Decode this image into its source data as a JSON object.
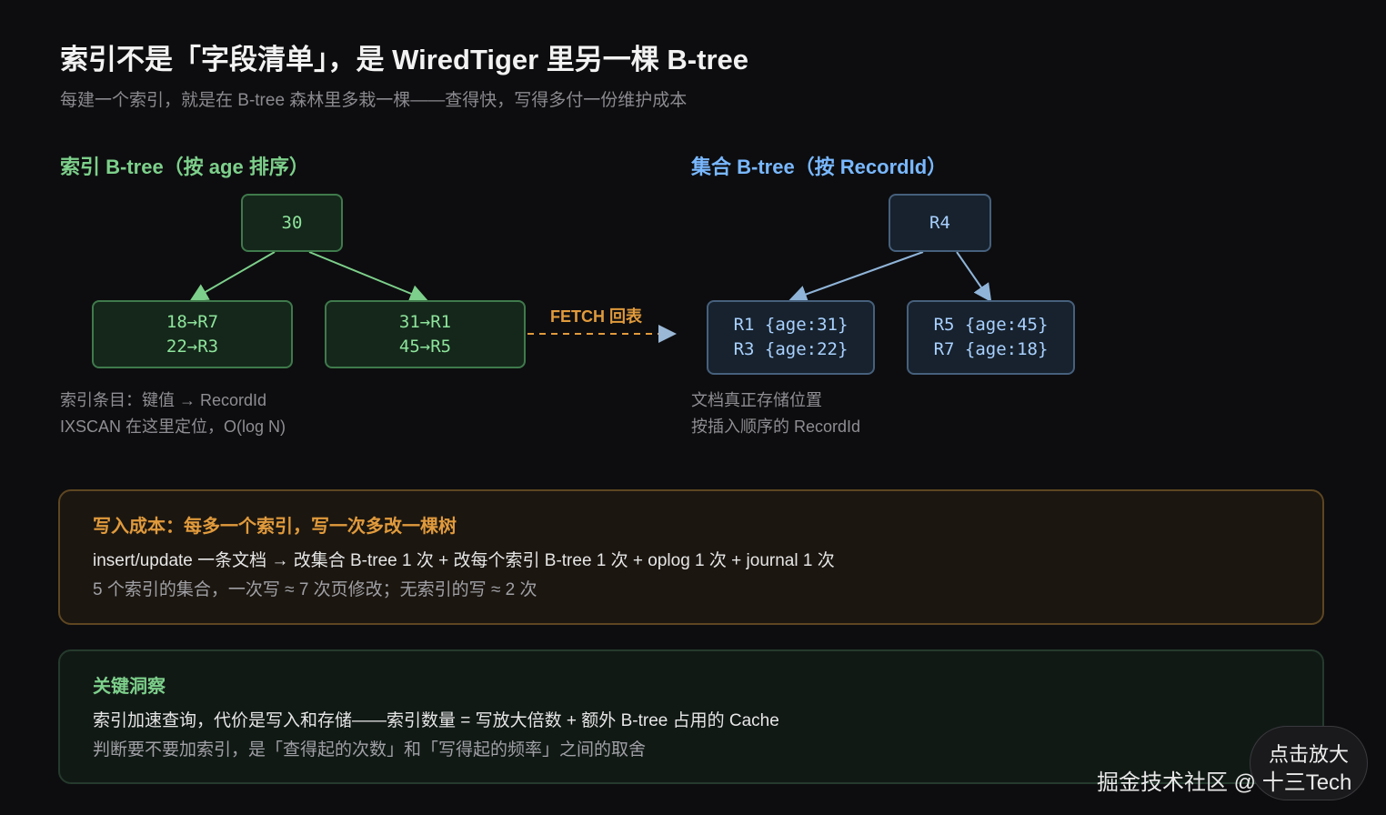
{
  "title": "索引不是「字段清单」，是 WiredTiger 里另一棵 B-tree",
  "subtitle": "每建一个索引，就是在 B-tree 森林里多栽一棵——查得快，写得多付一份维护成本",
  "index_tree": {
    "heading": "索引 B-tree（按 age 排序）",
    "root": "30",
    "left_leaf": [
      "18→R7",
      "22→R3"
    ],
    "right_leaf": [
      "31→R1",
      "45→R5"
    ],
    "caption": [
      "索引条目：键值 → RecordId",
      "IXSCAN 在这里定位，O(log N)"
    ]
  },
  "fetch_label": "FETCH 回表",
  "collection_tree": {
    "heading": "集合 B-tree（按 RecordId）",
    "root": "R4",
    "left_leaf": [
      "R1 {age:31}",
      "R3 {age:22}"
    ],
    "right_leaf": [
      "R5 {age:45}",
      "R7 {age:18}"
    ],
    "caption": [
      "文档真正存储位置",
      "按插入顺序的 RecordId"
    ]
  },
  "cost_panel": {
    "heading": "写入成本：每多一个索引，写一次多改一棵树",
    "line1": "insert/update 一条文档 → 改集合 B-tree 1 次 + 改每个索引 B-tree 1 次 + oplog 1 次 + journal 1 次",
    "line2": "5 个索引的集合，一次写 ≈ 7 次页修改；无索引的写 ≈ 2 次"
  },
  "insight_panel": {
    "heading": "关键洞察",
    "line1": "索引加速查询，代价是写入和存储——索引数量 = 写放大倍数 + 额外 B-tree 占用的 Cache",
    "line2": "判断要不要加索引，是「查得起的次数」和「写得起的频率」之间的取舍"
  },
  "zoom_button": "点击放大",
  "watermark": "掘金技术社区 @ 十三Tech",
  "colors": {
    "background": "#0d0d0f",
    "green_accent": "#7dd08b",
    "blue_accent": "#79b8ff",
    "orange_accent": "#e09a3c"
  }
}
